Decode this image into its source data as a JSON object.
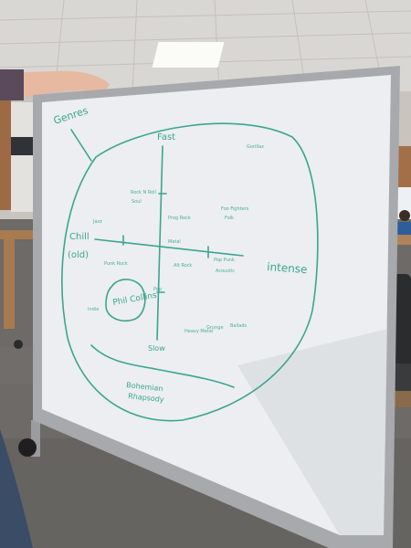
{
  "colors": {
    "marker": "#3aa68f",
    "board": "#eceef1",
    "frame": "#a9abae",
    "ceiling": "#dcdad6",
    "carpet": "#6b6865"
  },
  "board": {
    "circle_label_top_left": "Genres",
    "axis_top": "Fast",
    "axis_left_line1": "Chill",
    "axis_left_line2": "(old)",
    "axis_right": "intense",
    "axis_bottom": "Slow",
    "center_label": "Phil Collins",
    "bottom_label_line1": "Bohemian",
    "bottom_label_line2": "Rhapsody",
    "small_notes": [
      "Gorillaz",
      "Rock N Roll",
      "Prog Rock",
      "Foo Fighters",
      "Jazz",
      "Metal",
      "Alt Rock",
      "Pop Punk",
      "Punk Rock",
      "Pop",
      "Indie",
      "Heavy Metal",
      "Grunge",
      "Ballads",
      "Soul",
      "Folk",
      "Acoustic"
    ]
  }
}
